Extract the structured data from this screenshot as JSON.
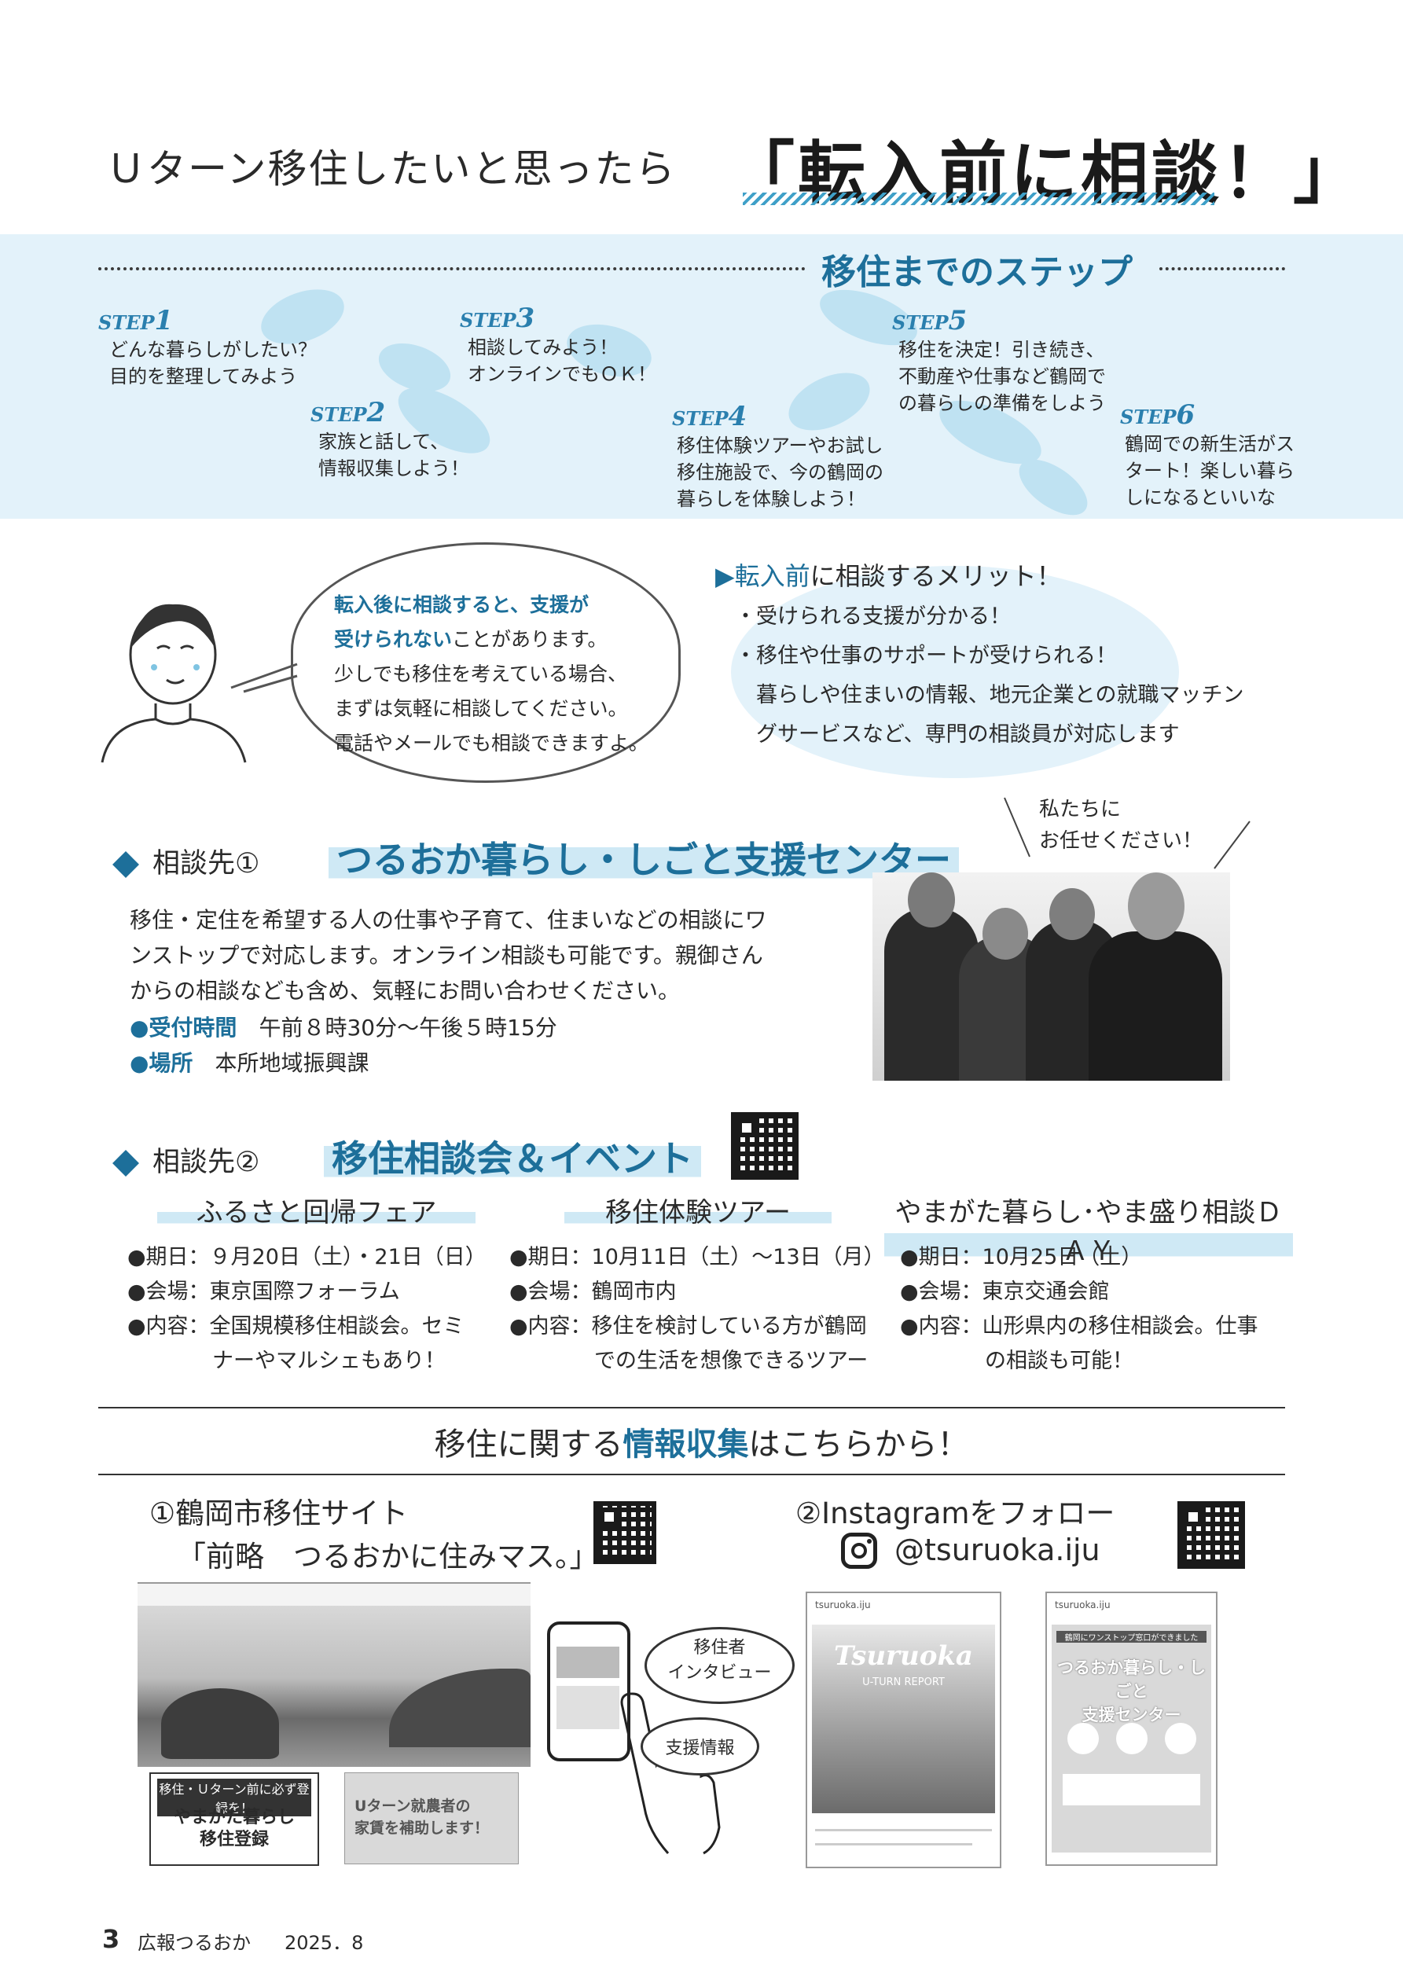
{
  "header": {
    "lead": "Ｕターン移住したいと思ったら",
    "title": "「転入前に相談！」"
  },
  "steps": {
    "title": "移住までのステップ",
    "items": [
      {
        "label": "STEP",
        "num": "1",
        "text": "どんな暮らしがしたい？\n目的を整理してみよう"
      },
      {
        "label": "STEP",
        "num": "2",
        "text": "家族と話して、\n情報収集しよう！"
      },
      {
        "label": "STEP",
        "num": "3",
        "text": "相談してみよう！\nオンラインでもＯＫ！"
      },
      {
        "label": "STEP",
        "num": "4",
        "text": "移住体験ツアーやお試し\n移住施設で、今の鶴岡の\n暮らしを体験しよう！"
      },
      {
        "label": "STEP",
        "num": "5",
        "text": "移住を決定！引き続き、\n不動産や仕事など鶴岡で\nの暮らしの準備をしよう"
      },
      {
        "label": "STEP",
        "num": "6",
        "text": "鶴岡での新生活がス\nタート！楽しい暮ら\nしになるといいな"
      }
    ]
  },
  "speech": {
    "line1_blue": "転入後に相談すると、支援が",
    "line2_blue": "受けられない",
    "line2_rest": "ことがあります。",
    "rest": "少しでも移住を考えている場合、\nまずは気軽に相談してください。\n電話やメールでも相談できますよ。"
  },
  "merit": {
    "marker": "▶",
    "head_blue": "転入前",
    "head_rest": "に相談するメリット！",
    "text": "・受けられる支援が分かる！\n・移住や仕事のサポートが受けられる！\n　暮らしや住まいの情報、地元企業との就職マッチン\n　グサービスなど、専門の相談員が対応します"
  },
  "staff_caption": "私たちに\nお任せください！",
  "section1": {
    "label": "相談先①",
    "name": "つるおか暮らし・しごと支援センター",
    "description": "移住・定住を希望する人の仕事や子育て、住まいなどの相談にワ\nンストップで対応します。オンライン相談も可能です。親御さん\nからの相談なども含め、気軽にお問い合わせください。",
    "hours_label": "●受付時間",
    "hours": "午前８時30分〜午後５時15分",
    "place_label": "●場所",
    "place": "本所地域振興課"
  },
  "section2": {
    "label": "相談先②",
    "name": "移住相談会＆イベント",
    "events": [
      {
        "title": "ふるさと回帰フェア",
        "text": "●期日：９月20日（土）・21日（日）\n●会場：東京国際フォーラム\n●内容：全国規模移住相談会。セミ\n　　　　ナーやマルシェもあり！"
      },
      {
        "title": "移住体験ツアー",
        "text": "●期日：10月11日（土）〜13日（月）\n●会場：鶴岡市内\n●内容：移住を検討している方が鶴岡\n　　　　での生活を想像できるツアー"
      },
      {
        "title": "やまがた暮らし･やま盛り相談ＤＡＹ",
        "text": "●期日：10月25日（土）\n●会場：東京交通会館\n●内容：山形県内の移住相談会。仕事\n　　　　の相談も可能！"
      }
    ]
  },
  "info": {
    "title_pre": "移住に関する",
    "title_blue": "情報収集",
    "title_post": "はこちらから！",
    "site_label": "①鶴岡市移住サイト",
    "site_name": "「前略　つるおかに住みマス。」",
    "insta_label": "②Instagramをフォロー",
    "insta_handle": "@tsuruoka.iju",
    "cloud1": "移住者\nインタビュー",
    "cloud2": "支援情報",
    "banner1_top": "移住・Ｕターン前に必ず登録を！",
    "banner1_main": "やまがた暮らし\n移住登録",
    "banner2": "Uターン就農者の\n家賃を補助します！",
    "post1_title": "Tsuruoka",
    "post1_sub": "U-TURN REPORT",
    "post2_title": "つるおか暮らし・しごと\n支援センター",
    "post2_top": "鶴岡にワンストップ窓口ができました"
  },
  "footer": {
    "page": "3",
    "publication": "広報つるおか",
    "issue": "2025．8"
  },
  "colors": {
    "accent": "#1d6f9a",
    "band": "#e3f2fa"
  },
  "icons": [
    "footprint-icon",
    "qr-code-icon",
    "instagram-icon",
    "hand-pointer-icon",
    "phone-icon"
  ]
}
